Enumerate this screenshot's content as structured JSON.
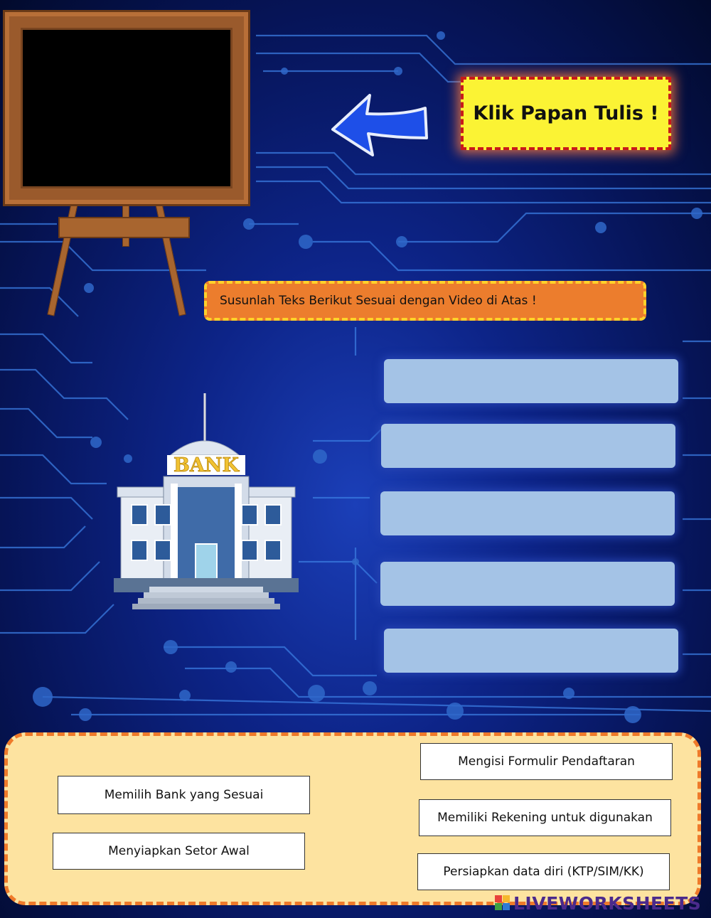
{
  "board": {
    "caption": ""
  },
  "callout": {
    "text": "Klik Papan Tulis !"
  },
  "instruction": {
    "text": "Susunlah Teks Berikut Sesuai dengan Video di Atas !"
  },
  "bank_sign": {
    "text": "BANK"
  },
  "drop_slots": [
    "",
    "",
    "",
    "",
    ""
  ],
  "answer_cards": [
    {
      "text": "Memilih Bank yang Sesuai"
    },
    {
      "text": "Menyiapkan Setor Awal"
    },
    {
      "text": "Mengisi Formulir Pendaftaran"
    },
    {
      "text": "Memiliki Rekening untuk digunakan"
    },
    {
      "text": "Persiapkan data diri (KTP/SIM/KK)"
    }
  ],
  "branding": {
    "text": "LIVEWORKSHEETS"
  },
  "colors": {
    "background": "#0d2488",
    "callout_bg": "#fbf334",
    "callout_border": "#c81a1a",
    "instruction_bg": "#ec7d2d",
    "slot_bg": "#a4c3e6",
    "answer_bank_bg": "#fde3a0",
    "brand": "#4b2a8c"
  }
}
